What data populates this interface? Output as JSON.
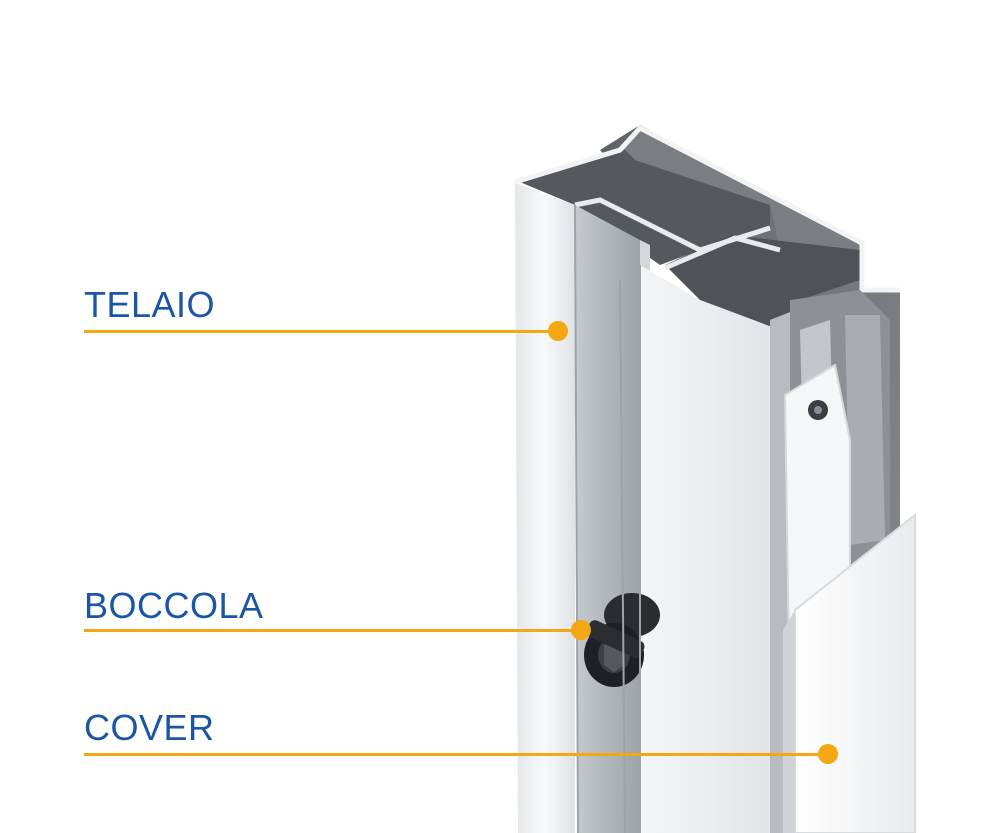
{
  "callouts": [
    {
      "label": "TELAIO"
    },
    {
      "label": "BOCCOLA"
    },
    {
      "label": "COVER"
    }
  ],
  "colors": {
    "label_text": "#1b56a6",
    "leader_line": "#f3a712",
    "profile_light": "#eef0f2",
    "profile_dark": "#6c7075"
  }
}
